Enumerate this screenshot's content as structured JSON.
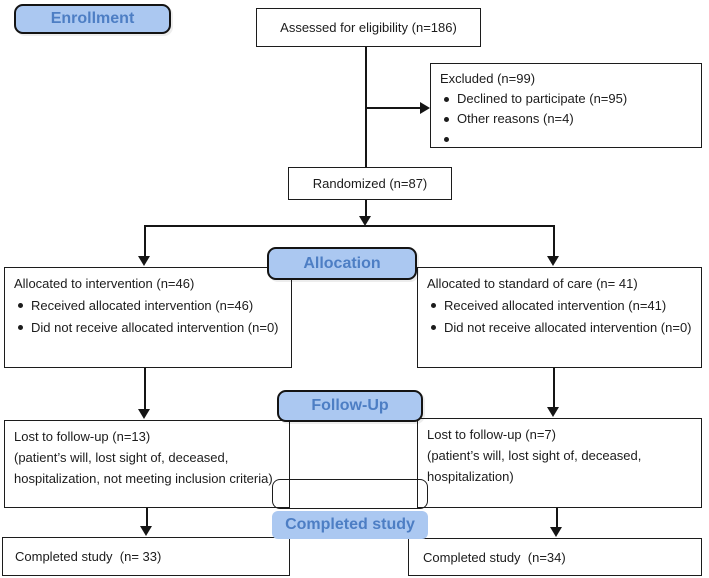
{
  "diagram": {
    "stage_labels": {
      "enrollment": "Enrollment",
      "allocation": "Allocation",
      "follow_up": "Follow-Up",
      "completed": "Completed study"
    },
    "boxes": {
      "assessed": {
        "text": "Assessed for eligibility (n=186)"
      },
      "excluded": {
        "title": "Excluded (n=99)",
        "bullets": [
          "Declined to participate (n=95)",
          "Other reasons (n=4)",
          ""
        ]
      },
      "randomized": {
        "text": "Randomized (n=87)"
      },
      "allocated_intervention": {
        "title": "Allocated to intervention (n=46)",
        "bullets": [
          "Received allocated intervention (n=46)",
          "Did not receive allocated intervention (n=0)"
        ]
      },
      "allocated_standard_care": {
        "title": "Allocated to standard of care (n= 41)",
        "bullets": [
          "Received allocated intervention (n=41)",
          "Did not receive allocated intervention (n=0)"
        ]
      },
      "lost_followup_intervention": {
        "title": "Lost to follow-up (n=13)",
        "detail": "(patient’s will, lost sight of, deceased, hospitalization, not meeting inclusion criteria)"
      },
      "lost_followup_standard": {
        "title": "Lost to follow-up (n=7)",
        "detail": "(patient’s will, lost sight of, deceased, hospitalization)"
      },
      "completed_intervention": {
        "text": "Completed study  (n= 33)"
      },
      "completed_standard": {
        "text": "Completed study  (n=34)"
      }
    },
    "colors": {
      "stage_fill": "#abc8f1",
      "stage_text": "#4d7ec4",
      "line": "#151515",
      "box_border": "#1c1c1c"
    }
  }
}
